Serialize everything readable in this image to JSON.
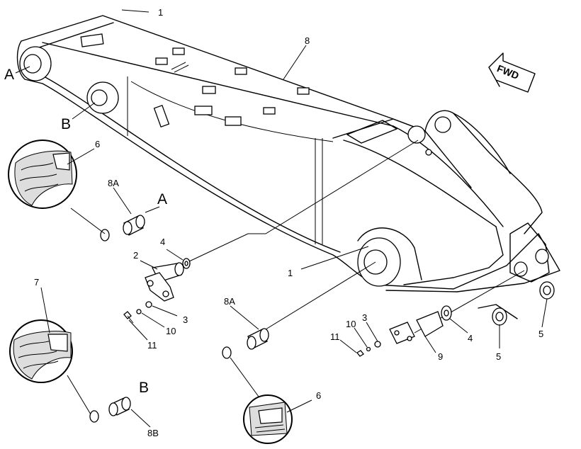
{
  "diagram": {
    "callouts": {
      "c1_top": "1",
      "c8": "8",
      "c6_top": "6",
      "c8a_top": "8A",
      "c2": "2",
      "c4_left": "4",
      "c1_mid": "1",
      "c3_left": "3",
      "c10_left": "10",
      "c11_left": "11",
      "c7": "7",
      "c8a_bot": "8A",
      "c3_right": "3",
      "c10_right": "10",
      "c11_right": "11",
      "c9": "9",
      "c4_right": "4",
      "c5_mid": "5",
      "c5_right": "5",
      "c6_bot": "6",
      "c8b": "8B"
    },
    "section_refs": {
      "a_left": "A",
      "b_left": "B",
      "a_right": "A",
      "b_right": "B"
    },
    "direction_label": "FWD"
  }
}
